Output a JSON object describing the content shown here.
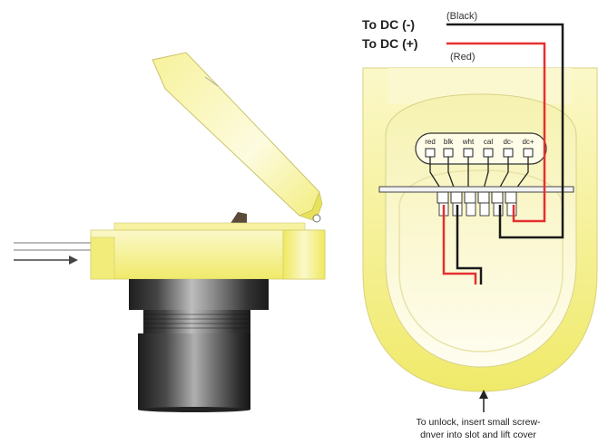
{
  "wires": {
    "dc_negative": "To DC (-)",
    "dc_negative_color": "(Black)",
    "dc_positive": "To DC (+)",
    "dc_positive_color": "(Red)"
  },
  "terminals": [
    "red",
    "blk",
    "wht",
    "cal",
    "dc-",
    "dc+"
  ],
  "caption": {
    "line1": "To unlock, insert small screw-",
    "line2": "dnver into slot and lift cover"
  },
  "colors": {
    "housing": "#f3ef7a",
    "housing_light": "#fbf8c9",
    "red_wire": "#e53030",
    "black_wire": "#1a1a1a",
    "metal_dark": "#2b2b2b",
    "metal_mid": "#7a7a7a"
  }
}
